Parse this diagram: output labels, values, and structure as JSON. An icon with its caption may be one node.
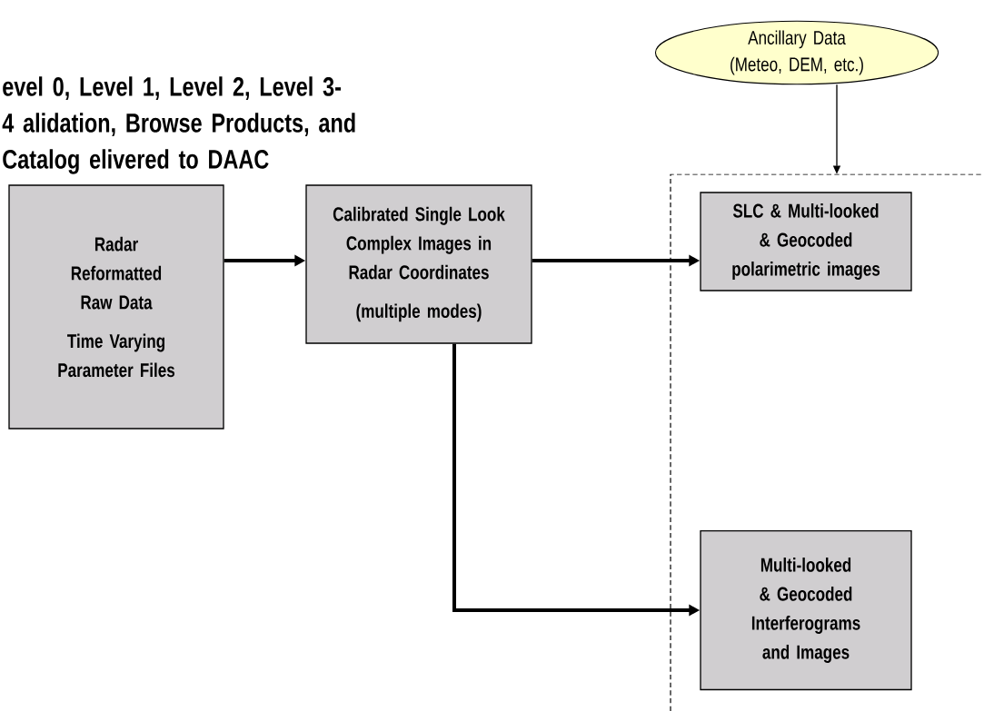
{
  "diagram": {
    "title": "evel 0, Level 1, Level 2, Level 3-4 alidation, Browse Products, and Catalog elivered to DAAC",
    "nodes": [
      {
        "text": [
          "Radar Reformatted Raw Data",
          "Time Varying Parameter Files"
        ]
      },
      {
        "text": [
          "Calibrated Single Look Complex Images in Radar Coordinates",
          "(multiple modes)"
        ]
      },
      {
        "text": [
          "Ancillary Data (Meteo, DEM, etc.)"
        ]
      },
      {
        "text": [],
        "shape": "box"
      },
      {
        "text": [
          "SLC & Multi-looked & Geocoded polarimetric images"
        ],
        "in": 3
      },
      {
        "text": [
          "Multi-looked & Geocoded Interferograms and Images"
        ],
        "in": 3
      }
    ],
    "edges": [
      {
        "from": 0,
        "to": 1,
        "arrow": "to"
      },
      {
        "from": 1,
        "to": 4,
        "arrow": "to"
      },
      {
        "from": 1,
        "to": 5,
        "arrow": "to"
      },
      {
        "from": 2,
        "to": 3,
        "arrow": "to"
      }
    ]
  }
}
